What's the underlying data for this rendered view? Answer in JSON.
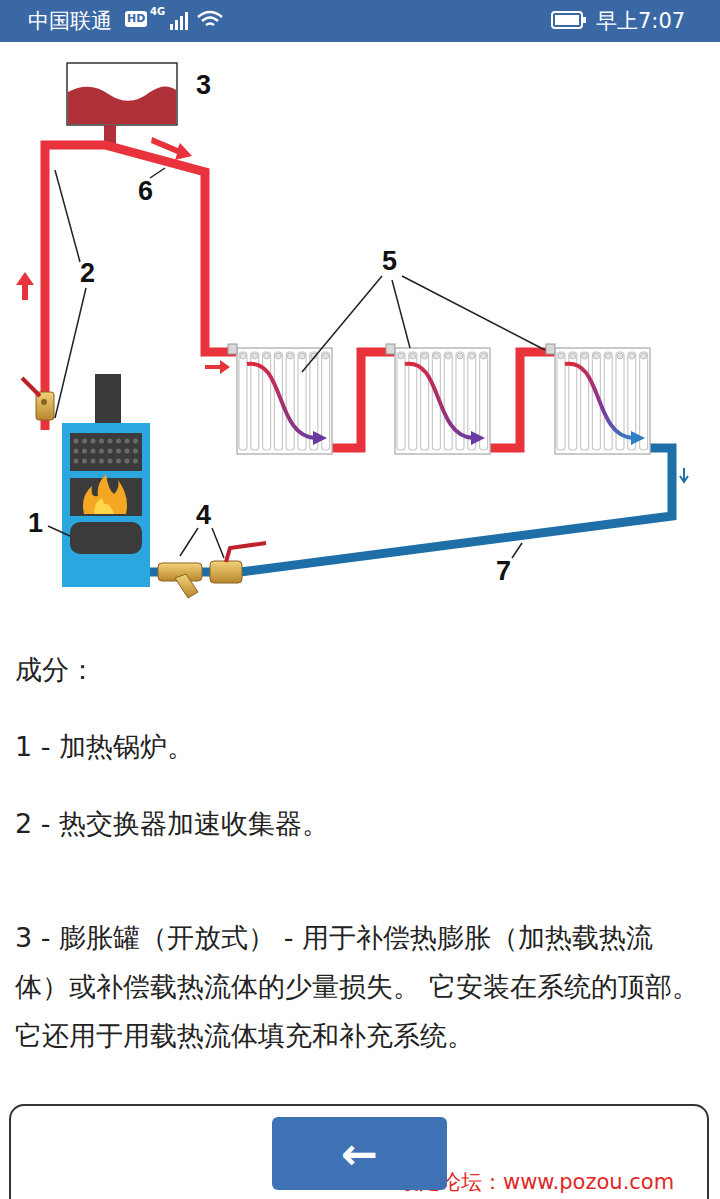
{
  "diagram": {
    "nodes": [
      {
        "text": [
          "←"
        ]
      }
    ],
    "labels": [
      "中国联通",
      "HD",
      "4G",
      "早上7:07",
      "3",
      "2",
      "6",
      "5",
      "1",
      "4",
      "7",
      "成分：",
      "1 - 加热锅炉。",
      "2 - 热交换器加速收集器。",
      "3 - 膨胀罐（开放式） - 用于补偿热膨胀（加热载热流体）或补偿载热流体的少量损失。 它安装在系统的顶部。 它还用于用载热流体填充和补充系统。",
      "破走论坛：www.pozou.com"
    ]
  }
}
